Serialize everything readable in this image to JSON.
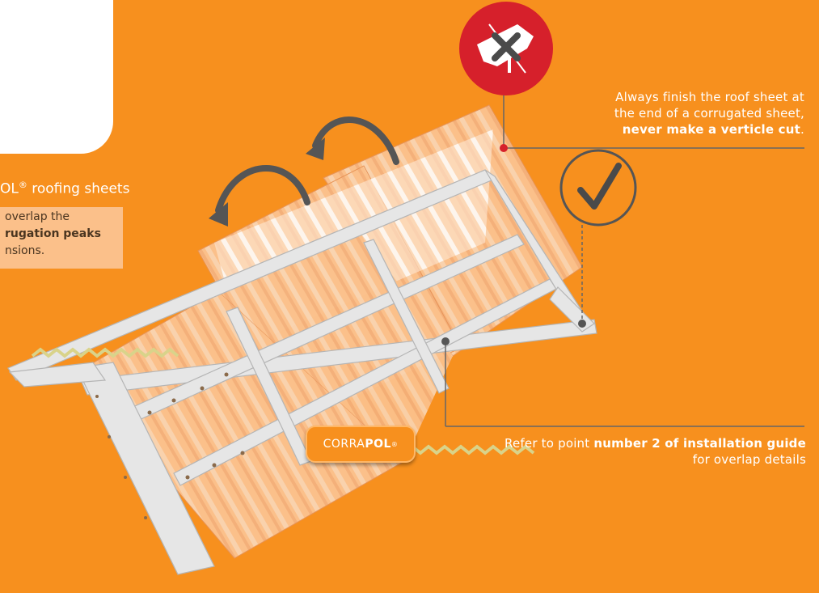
{
  "partial_heading": {
    "prefix": "OL",
    "reg": "®",
    "suffix": " roofing sheets"
  },
  "partial_note": {
    "line1": "overlap the",
    "line2_bold": "rugation peaks",
    "line3": "nsions."
  },
  "cut_note": {
    "line1": "Always finish the roof sheet at",
    "line2": "the end of a corrugated sheet,",
    "line3_bold": "never make a verticle cut",
    "line3_end": "."
  },
  "overlap_note": {
    "prefix": "Refer to point ",
    "bold": "number 2 of installation guide",
    "suffix": " for overlap details"
  },
  "brand": {
    "light": "CORRA",
    "bold": "POL",
    "reg": "®"
  },
  "icons": {
    "prohibited": "no-jigsaw-icon",
    "approved": "checkmark-icon"
  },
  "colors": {
    "background": "#f7901e",
    "prohibit_red": "#d6202b",
    "sheet": "#fbc08a",
    "frame": "#e6e6e6"
  }
}
